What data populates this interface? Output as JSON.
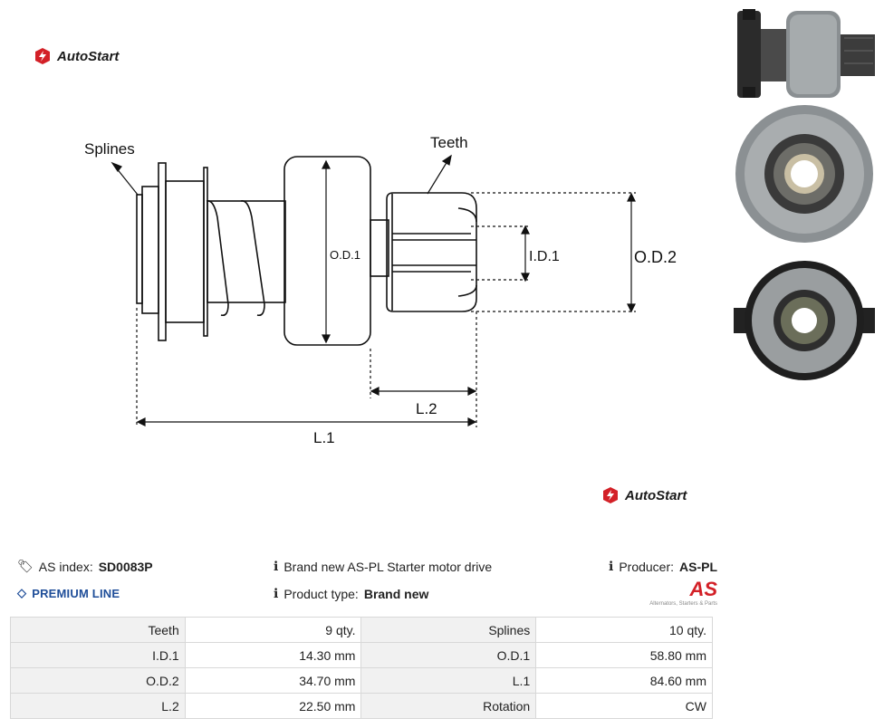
{
  "brand": {
    "name": "AutoStart",
    "accent": "#d32027"
  },
  "diagram": {
    "labels": {
      "splines": "Splines",
      "teeth": "Teeth",
      "od1": "O.D.1",
      "id1": "I.D.1",
      "od2": "O.D.2",
      "l2": "L.2",
      "l1": "L.1"
    }
  },
  "info": {
    "as_index_label": "AS index:",
    "as_index_value": "SD0083P",
    "description": "Brand new AS-PL Starter motor drive",
    "producer_label": "Producer:",
    "producer_value": "AS-PL",
    "premium": "PREMIUM LINE",
    "product_type_label": "Product type:",
    "product_type_value": "Brand new",
    "as_logo_text": "AS",
    "as_logo_sub": "Alternators, Starters & Parts"
  },
  "specs": [
    {
      "l1": "Teeth",
      "v1": "9 qty.",
      "l2": "Splines",
      "v2": "10 qty."
    },
    {
      "l1": "I.D.1",
      "v1": "14.30 mm",
      "l2": "O.D.1",
      "v2": "58.80 mm"
    },
    {
      "l1": "O.D.2",
      "v1": "34.70 mm",
      "l2": "L.1",
      "v2": "84.60 mm"
    },
    {
      "l1": "L.2",
      "v1": "22.50 mm",
      "l2": "Rotation",
      "v2": "CW"
    }
  ]
}
